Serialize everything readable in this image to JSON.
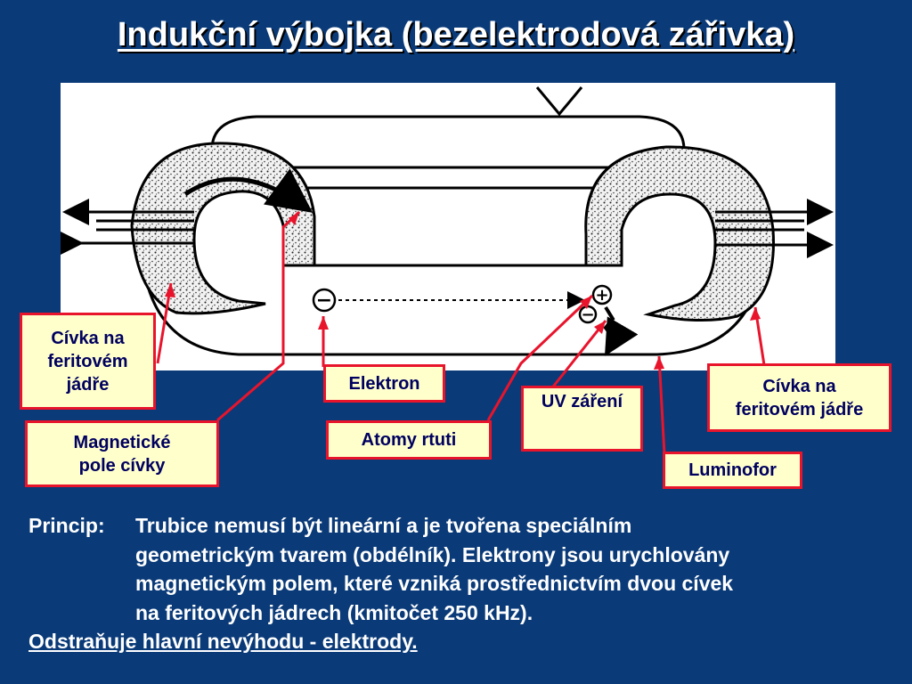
{
  "title": "Indukční výbojka (bezelektrodová zářivka)",
  "labels": {
    "coil_left": "Cívka na\nferitovém\njádře",
    "magnetic_field": "Magnetické\npole cívky",
    "electron": "Elektron",
    "mercury_atoms": "Atomy rtuti",
    "uv_radiation": "UV záření",
    "luminophore": "Luminofor",
    "coil_right": "Cívka na\nferitovém jádře"
  },
  "diagram": {
    "minus_sign": "−",
    "plus_sign": "+"
  },
  "principle": {
    "label": "Princip:",
    "lines": [
      "Trubice nemusí být lineární a je tvořena speciálním",
      "geometrickým tvarem (obdélník). Elektrony jsou urychlovány",
      "magnetickým polem, které vzniká  prostřednictvím dvou cívek",
      "na feritových jádrech (kmitočet 250 kHz)."
    ]
  },
  "footer": "Odstraňuje hlavní nevýhodu - elektrody.",
  "colors": {
    "background": "#0a3a78",
    "label_fill": "#ffffcc",
    "label_border": "#e8142c",
    "label_text": "#000060",
    "pointer_line": "#e8142c"
  }
}
